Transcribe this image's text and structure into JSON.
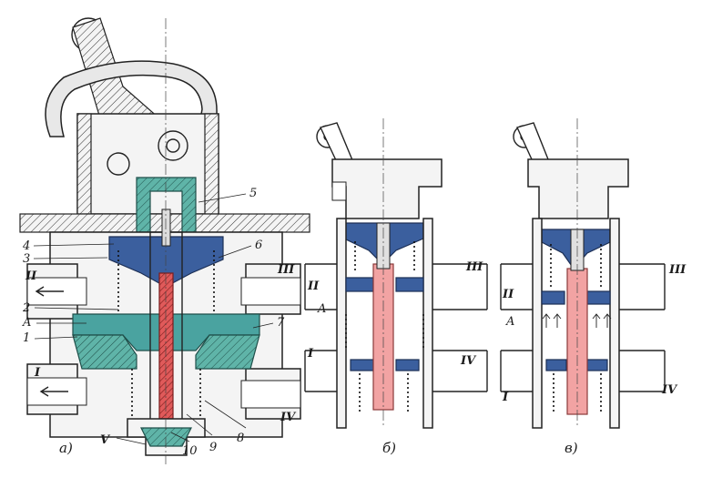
{
  "views": [
    {
      "id": "a",
      "caption": "а)"
    },
    {
      "id": "b",
      "caption": "б)"
    },
    {
      "id": "c",
      "caption": "в)"
    }
  ],
  "labels_a": {
    "n1": "1",
    "n2": "2",
    "n3": "3",
    "n4": "4",
    "n5": "5",
    "n6": "6",
    "n7": "7",
    "n8": "8",
    "n9": "9",
    "n10": "10",
    "A": "A",
    "I": "I",
    "II": "II",
    "III": "III",
    "IV": "IV",
    "V": "V"
  },
  "labels_b": {
    "I": "I",
    "II": "II",
    "III": "III",
    "IV": "IV",
    "A": "A"
  },
  "labels_c": {
    "I": "I",
    "II": "II",
    "III": "III",
    "IV": "IV",
    "A": "A"
  },
  "colors": {
    "diaphragm": "#3b5f9e",
    "piston": "#4aa3a0",
    "rod": "#d64545",
    "rod_light": "#f2a3a3"
  }
}
